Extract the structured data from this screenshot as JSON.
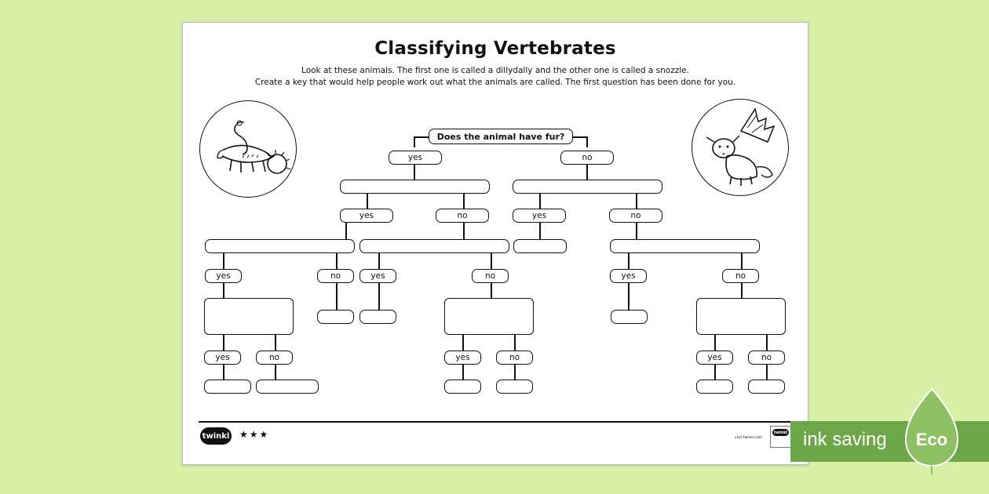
{
  "worksheet": {
    "title": "Classifying Vertebrates",
    "instruction_line1": "Look at these animals. The first one is called a dillydally and the other one is called a snozzle.",
    "instruction_line2": "Create a key that would help people work out what the animals are called. The first question has been done for you."
  },
  "key": {
    "root_question": "Does the animal have fur?",
    "yes_label": "yes",
    "no_label": "no"
  },
  "footer": {
    "logo": "twinkl",
    "stars": "★★★",
    "visit": "visit twinkl.com",
    "mini_logo": "twinkl"
  },
  "banner": {
    "label": "ink saving",
    "badge": "Eco"
  },
  "images": {
    "left_animal": "dillydally-drawing",
    "right_animal": "snozzle-drawing"
  },
  "colors": {
    "page_background": "#d7f0a5",
    "banner": "#6ea74a",
    "leaf": "#8cc063"
  }
}
